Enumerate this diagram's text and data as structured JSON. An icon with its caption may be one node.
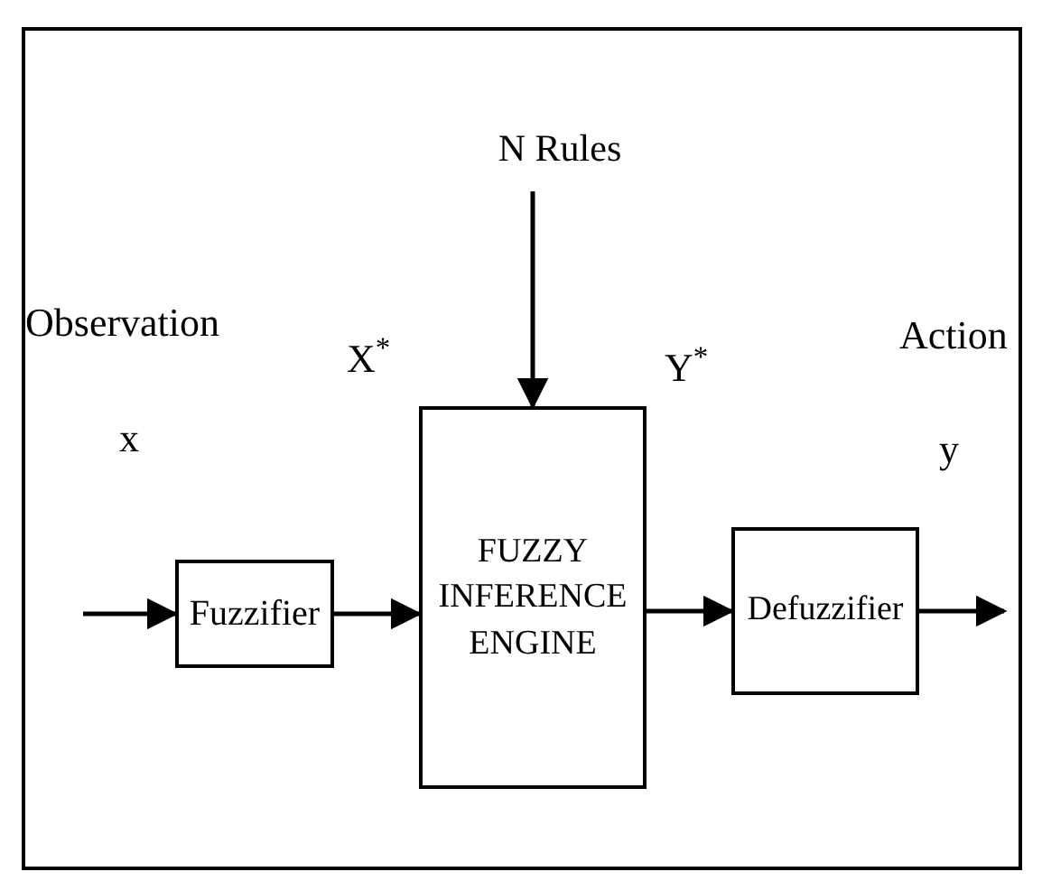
{
  "diagram": {
    "nodes": [
      {
        "text": [
          "N Rules"
        ]
      },
      {
        "text": [
          "Fuzzifier"
        ]
      },
      {
        "text": [
          "FUZZY INFERENCE ENGINE"
        ]
      },
      {
        "text": [
          "Defuzzifier"
        ]
      }
    ],
    "edges": [
      {
        "from": 0,
        "to": 2,
        "arrow": "to"
      },
      {
        "from": null,
        "to": 1,
        "arrow": "to"
      },
      {
        "from": 1,
        "to": 2,
        "arrow": "to"
      },
      {
        "from": 2,
        "to": 3,
        "arrow": "to"
      },
      {
        "from": 3,
        "to": null,
        "arrow": "to"
      }
    ],
    "labels": [
      "Observation",
      "x",
      "X$^{*}$",
      "Y$^{*}$",
      "Action",
      "y"
    ]
  }
}
